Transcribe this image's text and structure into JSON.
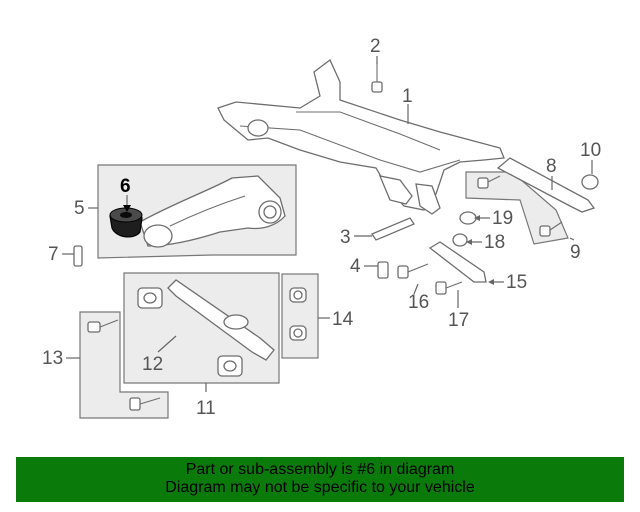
{
  "callouts": {
    "c1": "1",
    "c2": "2",
    "c3": "3",
    "c4": "4",
    "c5": "5",
    "c6": "6",
    "c7": "7",
    "c8": "8",
    "c9": "9",
    "c10": "10",
    "c11": "11",
    "c12": "12",
    "c13": "13",
    "c14": "14",
    "c15": "15",
    "c16": "16",
    "c17": "17",
    "c18": "18",
    "c19": "19"
  },
  "highlight_callout": "6",
  "colors": {
    "banner_bg": "#0a7a0a",
    "box_fill": "#ececec",
    "line": "#6e6e6e",
    "highlight": "#1e1e1e"
  },
  "banner": {
    "line1": "Part or sub-assembly is #6 in diagram",
    "line2": "Diagram may not be specific to your vehicle"
  }
}
